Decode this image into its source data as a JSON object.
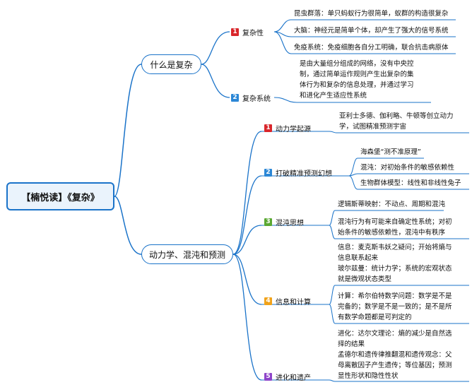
{
  "root": {
    "title": "【楠悦读】《复杂》"
  },
  "branches": [
    {
      "label": "什么是复杂",
      "children": [
        {
          "num": "1",
          "label": "复杂性",
          "leaves": [
            [
              "昆虫群落：单只蚂蚁行为很简单，蚁群的构造很复杂"
            ],
            [
              "大脑：神经元是简单个体，却产生了强大的信号系统"
            ],
            [
              "免疫系统：免疫细胞各自分工明确，联合抗击病原体"
            ]
          ]
        },
        {
          "num": "2",
          "label": "复杂系统",
          "leaves": [
            [
              "是由大量组分组成的网络，没有中央控",
              "制，通过简单运作规则产生出复杂的集",
              "体行为和复杂的信息处理，并通过学习",
              "和进化产生适应性系统"
            ]
          ]
        }
      ]
    },
    {
      "label": "动力学、混沌和预测",
      "children": [
        {
          "num": "1",
          "label": "动力学起源",
          "leaves": [
            [
              "亚利士多德、伽利略、牛顿等创立动力",
              "学，试图精准预测宇宙"
            ]
          ]
        },
        {
          "num": "2",
          "label": "打破精准预测幻想",
          "leaves": [
            [
              "海森堡“测不准原理”"
            ],
            [
              "混沌：对初始条件的敏感依赖性"
            ],
            [
              "生物群体模型：线性和非线性兔子"
            ]
          ]
        },
        {
          "num": "3",
          "label": "混沌思想",
          "leaves": [
            [
              "逻辑斯蒂映射：不动点、周期和混沌"
            ],
            [
              "混沌行为有可能来自确定性系统；对初",
              "始条件的敏感依赖性，混沌中有秩序"
            ]
          ]
        },
        {
          "num": "4",
          "label": "信息和计算",
          "leaves": [
            [
              "信息：麦克斯韦妖之疑问；开始将熵与",
              "信息联系起来",
              "玻尔兹曼：统计力学；系统的宏观状态",
              "就是微观状态类型"
            ],
            [
              "计算：希尔伯特数学问题：数学是不是",
              "完备的；数学是不是一致的；是不是所",
              "有数学命题都是可判定的"
            ]
          ]
        },
        {
          "num": "5",
          "label": "进化和遗产",
          "leaves": [
            [
              "进化：达尔文理论：熵的减少是自然选",
              "择的结果",
              "孟德尔和遗传律推翻混和遗传观念：父",
              "母离散因子产生遗传；等位基因；预测",
              "显性形状和隐性性状"
            ]
          ]
        }
      ]
    }
  ]
}
